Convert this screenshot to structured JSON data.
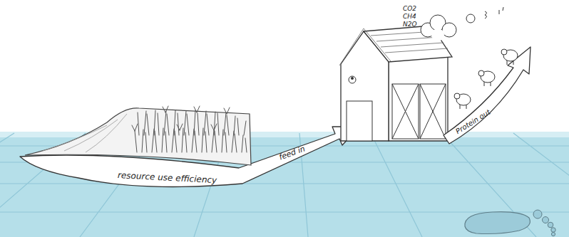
{
  "diagram": {
    "labels": [
      "CO2",
      "CH4",
      "N2O",
      "resource use efficiency",
      "feed in",
      "Protein out"
    ]
  }
}
